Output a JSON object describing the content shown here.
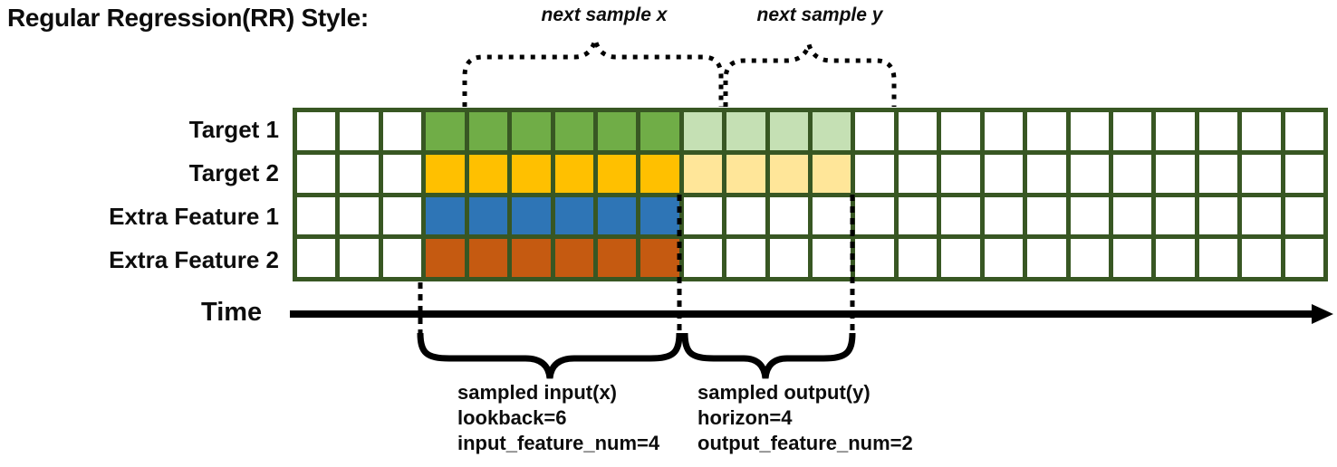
{
  "title": "Regular Regression(RR) Style:",
  "top_annotations": {
    "next_sample_x_label": "next sample x",
    "next_sample_y_label": "next sample y"
  },
  "time_axis": {
    "label": "Time"
  },
  "grid": {
    "columns": 24,
    "rows": [
      {
        "label": "Target 1",
        "segments": [
          {
            "color": "white",
            "count": 3
          },
          {
            "color": "green",
            "count": 6
          },
          {
            "color": "green_light",
            "count": 4
          },
          {
            "color": "white",
            "count": 11
          }
        ]
      },
      {
        "label": "Target 2",
        "segments": [
          {
            "color": "white",
            "count": 3
          },
          {
            "color": "yellow",
            "count": 6
          },
          {
            "color": "yellow_light",
            "count": 4
          },
          {
            "color": "white",
            "count": 11
          }
        ]
      },
      {
        "label": "Extra Feature 1",
        "segments": [
          {
            "color": "white",
            "count": 3
          },
          {
            "color": "blue",
            "count": 6
          },
          {
            "color": "white",
            "count": 15
          }
        ]
      },
      {
        "label": "Extra Feature 2",
        "segments": [
          {
            "color": "white",
            "count": 3
          },
          {
            "color": "orange",
            "count": 6
          },
          {
            "color": "white",
            "count": 15
          }
        ]
      }
    ]
  },
  "bottom_annotations": {
    "input": {
      "lines": [
        "sampled input(x)",
        "lookback=6",
        "input_feature_num=4"
      ]
    },
    "output": {
      "lines": [
        "sampled output(y)",
        "horizon=4",
        "output_feature_num=2"
      ]
    }
  },
  "colors": {
    "grid_line": "#385723",
    "white": "#ffffff",
    "green": "#70AD47",
    "green_light": "#C5E0B4",
    "yellow": "#FFC000",
    "yellow_light": "#FFE699",
    "blue": "#2E75B6",
    "orange": "#C55A11",
    "annotation": "#000000"
  }
}
